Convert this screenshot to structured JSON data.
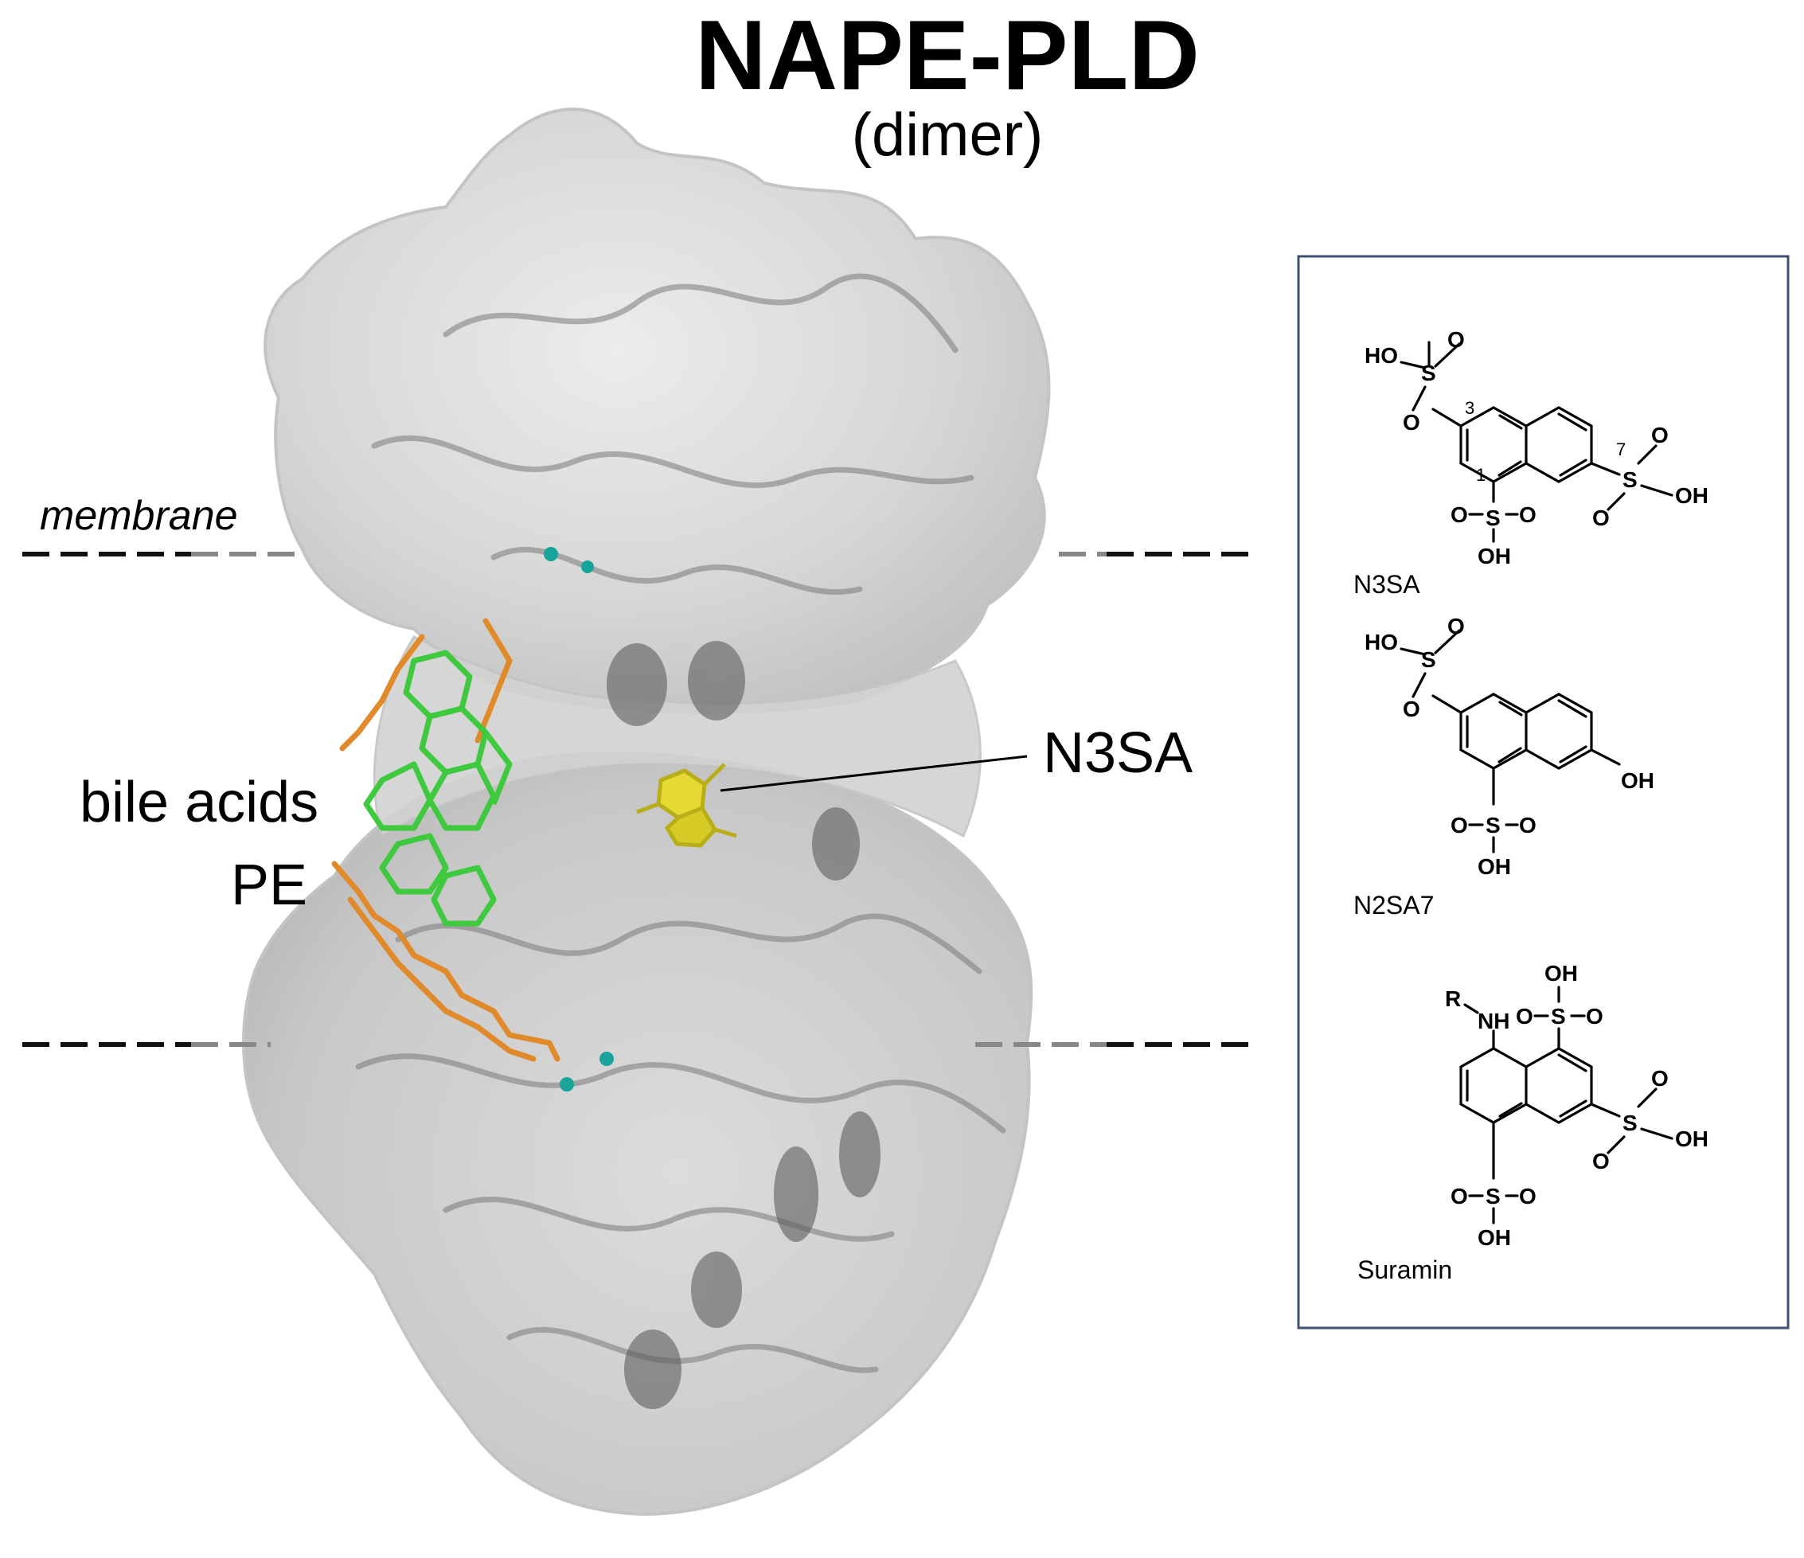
{
  "title": "NAPE-PLD",
  "subtitle": "(dimer)",
  "labels": {
    "membrane": "membrane",
    "bile_acids": "bile acids",
    "pe": "PE",
    "n3sa": "N3SA"
  },
  "compounds": [
    {
      "name": "N3SA"
    },
    {
      "name": "N2SA7"
    },
    {
      "name": "Suramin"
    }
  ],
  "atoms": {
    "ho": "HO",
    "oh": "OH",
    "o": "O",
    "s": "S",
    "r": "R",
    "nh": "NH",
    "pos1": "1",
    "pos3": "3",
    "pos7": "7"
  },
  "colors": {
    "protein_surface": "#d9d9d9",
    "protein_cartoon": "#6b6b6b",
    "bile_acids": "#3ec93e",
    "pe": "#e08a2c",
    "n3sa_ligand": "#e6dc2a",
    "zinc_ions": "#1aa39a",
    "panel_border": "#3f4f70"
  }
}
